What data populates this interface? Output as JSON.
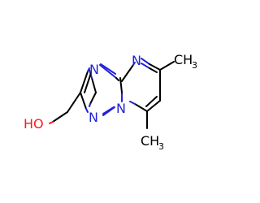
{
  "molecule": {
    "atoms": {
      "n_top_five": "N",
      "n_top_six": "N",
      "n_bridge": "N",
      "n_bottom_five": "N",
      "hydroxyl": "HO",
      "methyl_upper": "CH",
      "methyl_upper_sub": "3",
      "methyl_lower": "CH",
      "methyl_lower_sub": "3"
    },
    "colors": {
      "nitrogen": "#2323d8",
      "oxygen": "#ff1a1a",
      "carbon": "#000000"
    }
  }
}
